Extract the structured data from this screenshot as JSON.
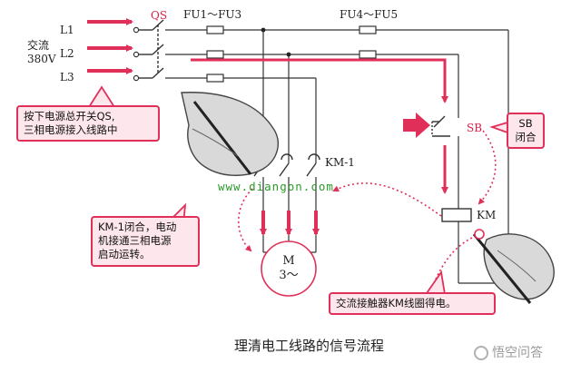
{
  "lines": {
    "l1": "L1",
    "l2": "L2",
    "l3": "L3"
  },
  "supply": {
    "line1": "交流",
    "line2": "380V"
  },
  "components": {
    "qs": "QS",
    "fu1": "FU1～FU3",
    "fu4": "FU4～FU5",
    "sb": "SB",
    "km1": "KM-1",
    "km": "KM",
    "motor_line1": "M",
    "motor_line2": "3～"
  },
  "callouts": {
    "qs_line1": "按下电源总开关QS,",
    "qs_line2": "三相电源接入线路中",
    "sb_line1": "SB",
    "sb_line2": "闭合",
    "km1_line1": "KM-1闭合，电动",
    "km1_line2": "机接通三相电源",
    "km1_line3": "启动运转。",
    "km_coil": "交流接触器KM线圈得电。"
  },
  "caption": "理清电工线路的信号流程",
  "watermarks": {
    "url": "www.diangon.com",
    "brand": "悟空问答"
  },
  "colors": {
    "accent": "#e0305a",
    "wire": "#333333",
    "callout_bg": "#fde6ec",
    "watermark_green": "#2a9a2a"
  }
}
